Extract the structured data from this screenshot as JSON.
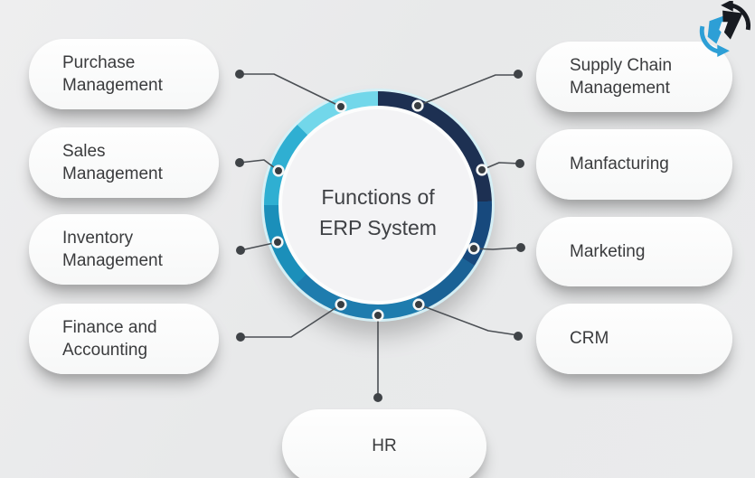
{
  "center": {
    "line1": "Functions of",
    "line2": "ERP System"
  },
  "left_items": [
    "Purchase Management",
    "Sales Management",
    "Inventory Management",
    "Finance and Accounting"
  ],
  "right_items": [
    "Supply Chain Management",
    "Manfacturing",
    "Marketing",
    "CRM"
  ],
  "bottom_item": "HR",
  "ring": {
    "segments": [
      {
        "from": 0,
        "to": 88,
        "color": "#1d3052"
      },
      {
        "from": 88,
        "to": 122,
        "color": "#17497d"
      },
      {
        "from": 122,
        "to": 157,
        "color": "#1a6296"
      },
      {
        "from": 157,
        "to": 226,
        "color": "#1e7cae"
      },
      {
        "from": 226,
        "to": 270,
        "color": "#1b8fba"
      },
      {
        "from": 270,
        "to": 315,
        "color": "#2fafd2"
      },
      {
        "from": 315,
        "to": 360,
        "color": "#72d7ea"
      }
    ]
  },
  "colors": {
    "background": "#e9eaeb",
    "pill_fill": "#fbfbfc",
    "text": "#3a3b3d",
    "connector": "#4b4f54",
    "dot": "#373c41",
    "logo_blue": "#2d9fd6",
    "logo_black": "#181b21"
  }
}
